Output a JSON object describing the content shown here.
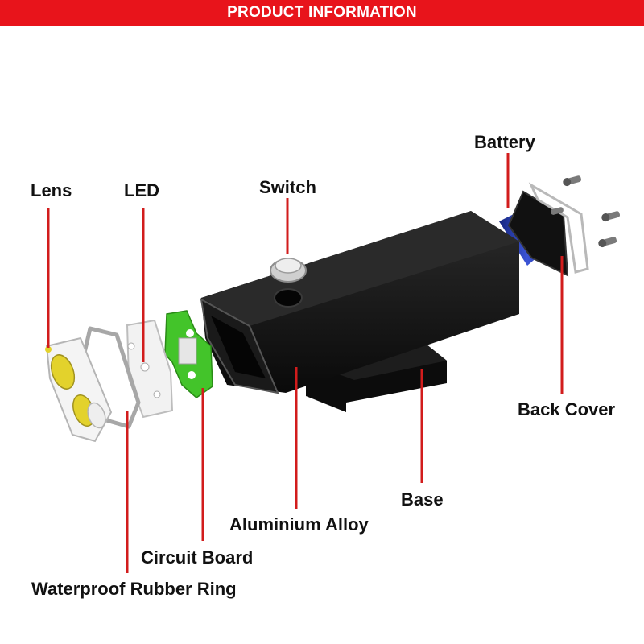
{
  "header": {
    "title": "PRODUCT INFORMATION"
  },
  "labels": {
    "lens": "Lens",
    "led": "LED",
    "switch": "Switch",
    "battery": "Battery",
    "back_cover": "Back Cover",
    "base": "Base",
    "aluminium_alloy": "Aluminium Alloy",
    "circuit_board": "Circuit Board",
    "waterproof_ring": "Waterproof Rubber Ring"
  },
  "colors": {
    "header_bg": "#e8141b",
    "leader_line": "#d21c1c",
    "body": "#141414",
    "battery": "#1b2f9c",
    "circuit_board": "#43c42a",
    "lens_yellow": "#e3d22c"
  }
}
